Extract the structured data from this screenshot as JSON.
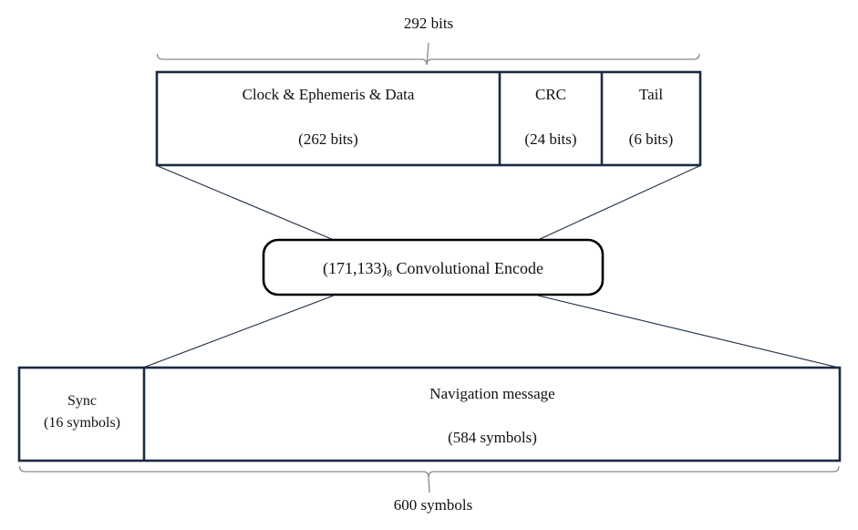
{
  "diagram": {
    "title_top_brace": "292 bits",
    "title_bottom_brace": "600 symbols",
    "encoder": {
      "prefix": "(171,133)",
      "subscript": "8",
      "suffix": " Convolutional  Encode"
    },
    "top_frame": {
      "total_label": "292 bits",
      "fields": [
        {
          "name": "Clock & Ephemeris & Data",
          "size": "(262 bits)"
        },
        {
          "name": "CRC",
          "size": "(24 bits)"
        },
        {
          "name": "Tail",
          "size": "(6 bits)"
        }
      ]
    },
    "bottom_frame": {
      "total_label": "600 symbols",
      "fields": [
        {
          "name": "Sync",
          "size": "(16 symbols)"
        },
        {
          "name": "Navigation message",
          "size": "(584 symbols)"
        }
      ]
    },
    "colors": {
      "box_border": "#1b2a44",
      "brace_line": "#8a8a8a",
      "connector_line": "#1b2a44",
      "encoder_border": "#000000",
      "text": "#111111",
      "background": "#ffffff"
    }
  }
}
